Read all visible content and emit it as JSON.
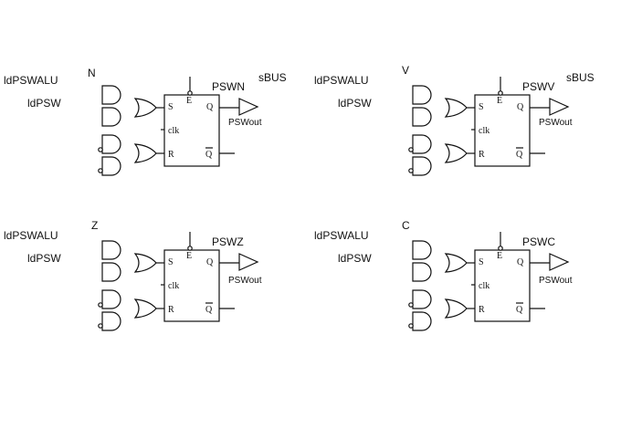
{
  "blocks": [
    {
      "flag": "N",
      "input1": "ldPSWALU",
      "input2": "ldPSW",
      "reg": "PSWN",
      "bus": "sBUS",
      "out": "PSWout",
      "pins": {
        "s": "S",
        "q": "Q",
        "clk": "clk",
        "r": "R",
        "qbar": "Q",
        "e": "E"
      }
    },
    {
      "flag": "V",
      "input1": "ldPSWALU",
      "input2": "ldPSW",
      "reg": "PSWV",
      "bus": "sBUS",
      "out": "PSWout",
      "pins": {
        "s": "S",
        "q": "Q",
        "clk": "clk",
        "r": "R",
        "qbar": "Q",
        "e": "E"
      }
    },
    {
      "flag": "Z",
      "input1": "ldPSWALU",
      "input2": "ldPSW",
      "reg": "PSWZ",
      "bus": "",
      "out": "PSWout",
      "pins": {
        "s": "S",
        "q": "Q",
        "clk": "clk",
        "r": "R",
        "qbar": "Q",
        "e": "E"
      }
    },
    {
      "flag": "C",
      "input1": "ldPSWALU",
      "input2": "ldPSW",
      "reg": "PSWC",
      "bus": "",
      "out": "PSWout",
      "pins": {
        "s": "S",
        "q": "Q",
        "clk": "clk",
        "r": "R",
        "qbar": "Q",
        "e": "E"
      }
    }
  ]
}
